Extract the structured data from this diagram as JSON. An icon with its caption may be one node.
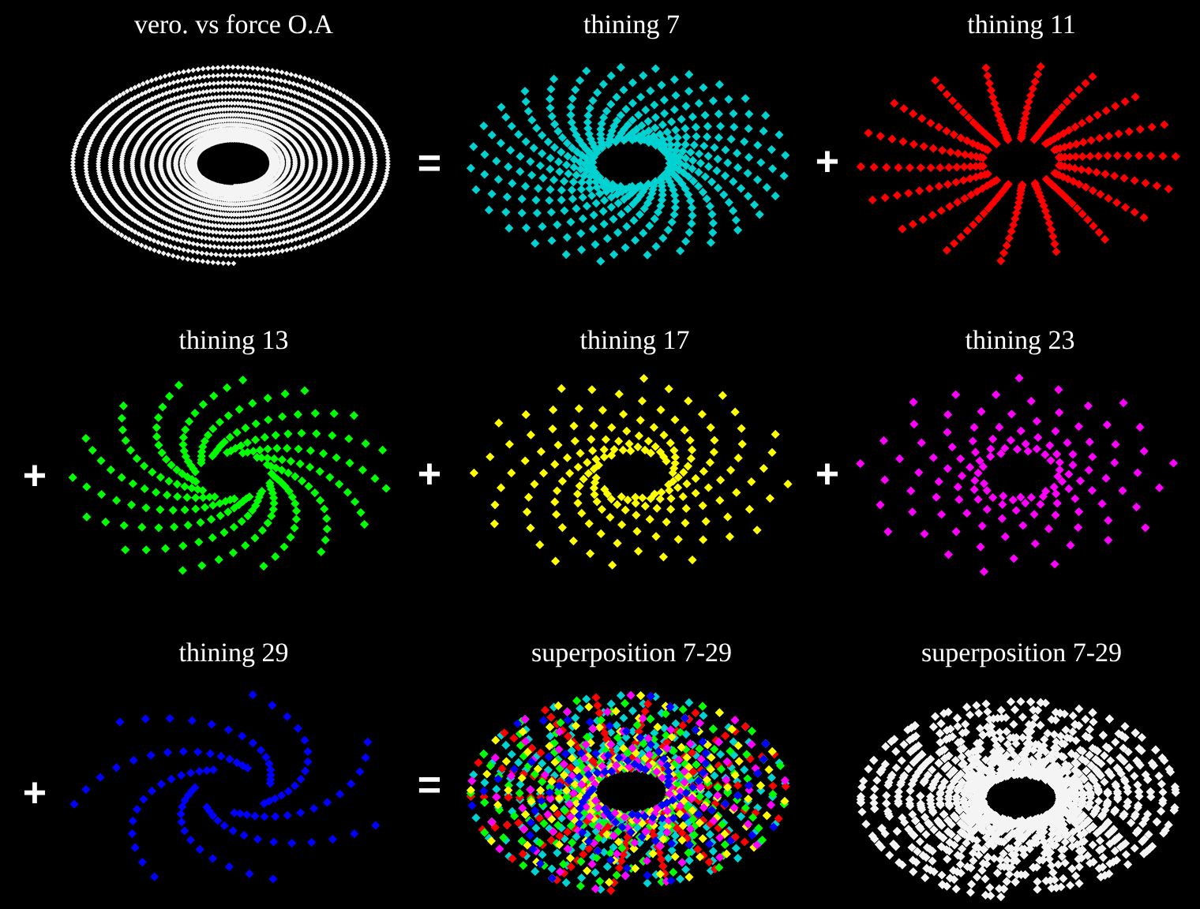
{
  "diagram": {
    "nodes": [
      {
        "text": [
          "vero. vs force O.A"
        ]
      },
      {
        "text": [
          "thining 7"
        ]
      },
      {
        "text": [
          "thining 11"
        ]
      },
      {
        "text": [
          "thining 13"
        ]
      },
      {
        "text": [
          "thining 17"
        ]
      },
      {
        "text": [
          "thining 23"
        ]
      },
      {
        "text": [
          "thining 29"
        ]
      },
      {
        "text": [
          "superposition 7-29"
        ]
      },
      {
        "text": [
          "superposition 7-29"
        ]
      }
    ],
    "labels": [
      "=",
      "+",
      "+",
      "+",
      "+",
      "+",
      "="
    ]
  }
}
